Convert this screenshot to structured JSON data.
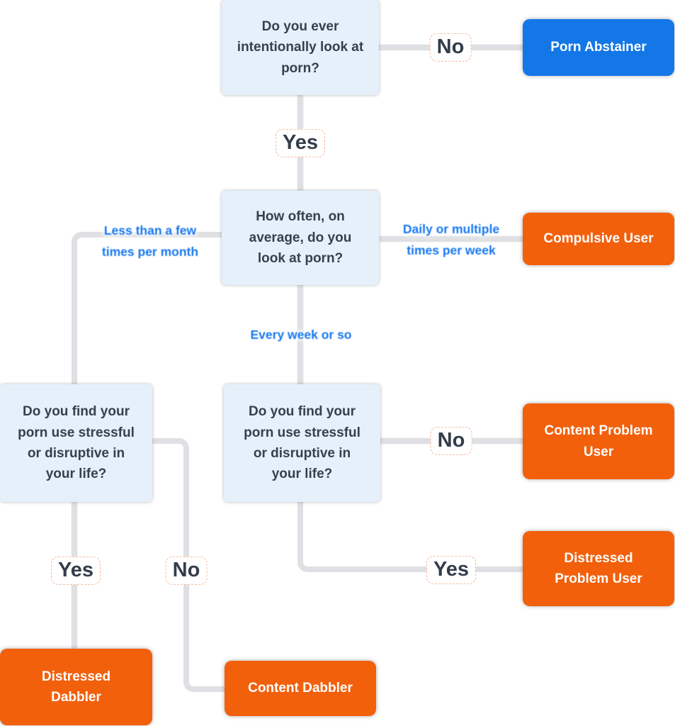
{
  "diagram": {
    "questions": {
      "q1": "Do you ever intentionally look at porn?",
      "q2": "How often, on average, do you look at porn?",
      "q3": "Do you find your porn use stressful or disruptive in your life?"
    },
    "answers": {
      "yes": "Yes",
      "no": "No"
    },
    "edge_labels": {
      "less": "Less than a few times per month",
      "daily": "Daily or multiple times per week",
      "weekly": "Every week or so"
    },
    "outcomes": {
      "abstainer": "Porn Abstainer",
      "compulsive": "Compulsive User",
      "content_problem": "Content Problem User",
      "distressed_problem": "Distressed Problem User",
      "distressed_dabbler": "Distressed Dabbler",
      "content_dabbler": "Content Dabbler"
    },
    "colors": {
      "question_bg": "#E6F0FA",
      "question_text": "#36404F",
      "outcome_blue": "#1377E8",
      "outcome_orange": "#F2600C",
      "edge_label_text": "#1778F0",
      "connector_line": "#DFE0E3",
      "answer_text": "#333D4B"
    }
  }
}
